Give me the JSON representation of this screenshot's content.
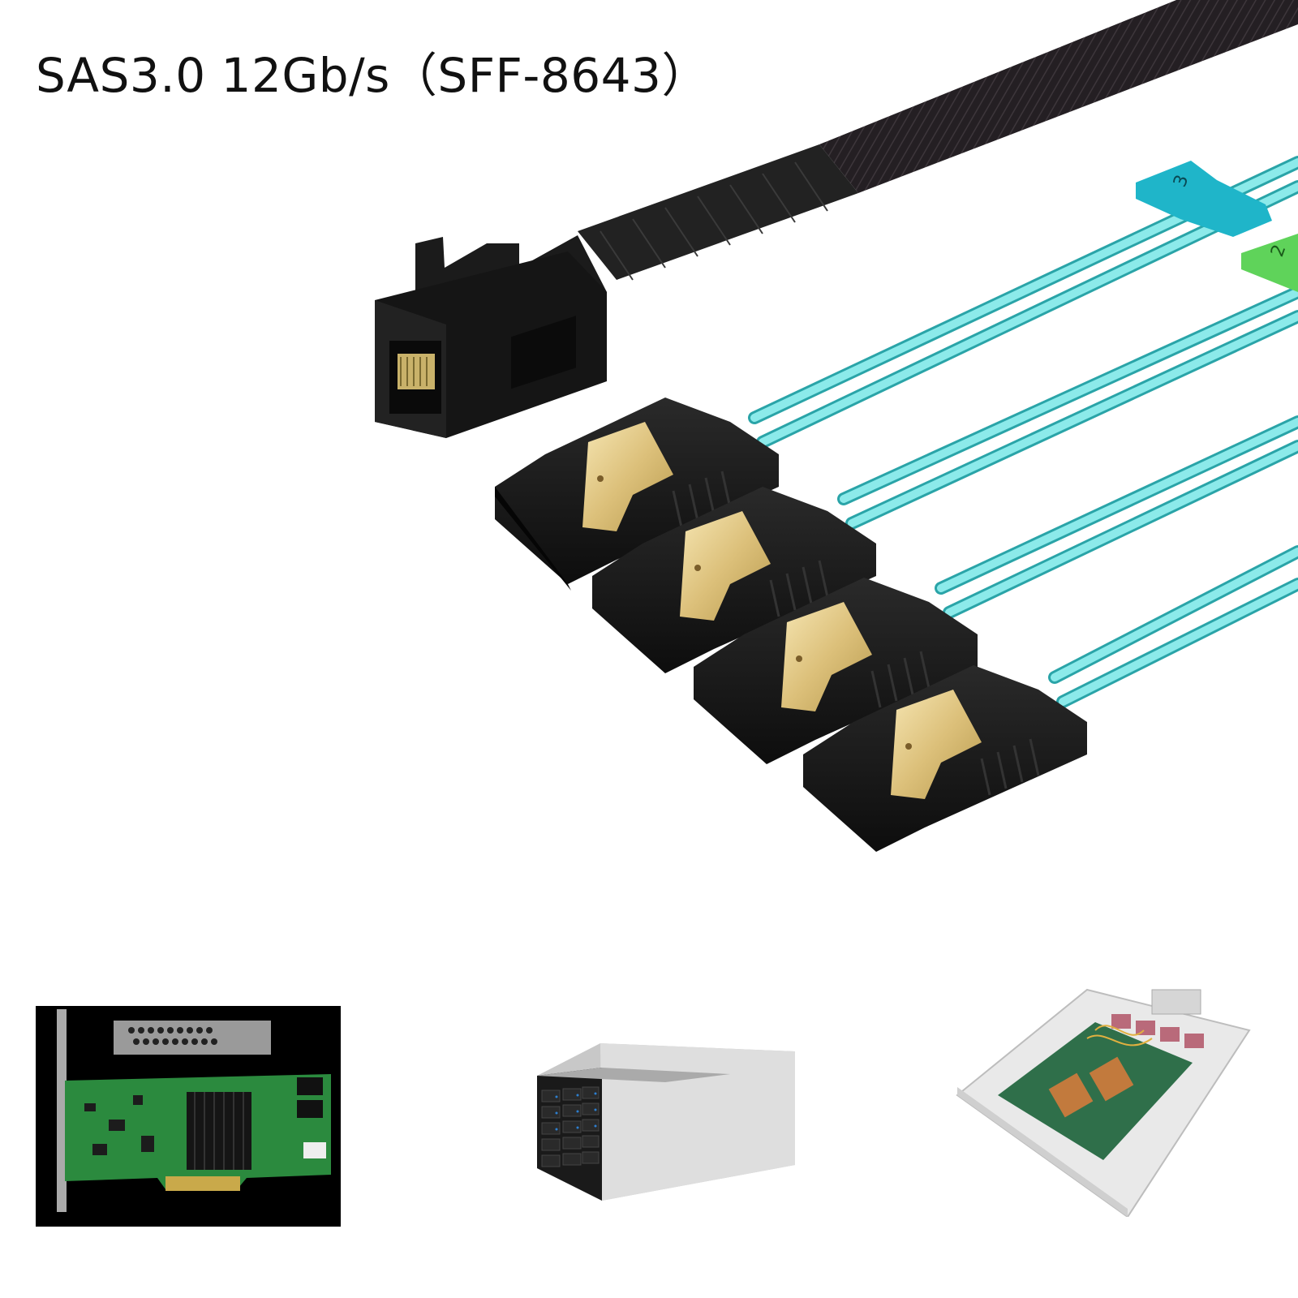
{
  "title": "SAS3.0 12Gb/s（SFF-8643）",
  "tags": [
    {
      "label": "3",
      "color": "#1fb5c9"
    },
    {
      "label": "2",
      "color": "#5fd35a"
    }
  ],
  "colors": {
    "cable_cyan": "#7fe3e3",
    "connector_black": "#1c1c1c",
    "latch_gold": "#e8d28c",
    "card_black_bg": "#000000",
    "pcb_green": "#2b8a3e"
  },
  "thumbnails": [
    {
      "kind": "raid-card-icon"
    },
    {
      "kind": "storage-server-icon"
    },
    {
      "kind": "server-chassis-icon"
    }
  ]
}
